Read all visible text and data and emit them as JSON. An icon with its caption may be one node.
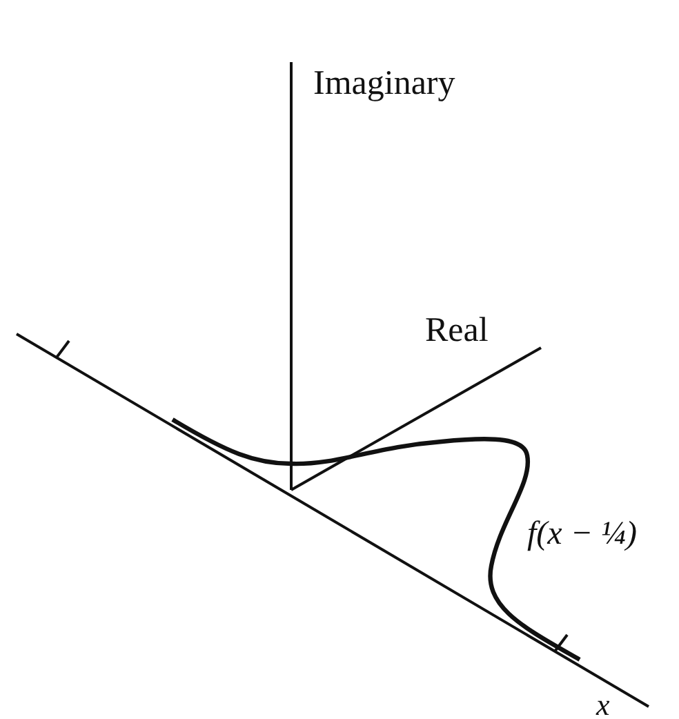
{
  "diagram": {
    "labels": [
      "Imaginary",
      "Real",
      "f(x − ¼)",
      "x"
    ]
  }
}
